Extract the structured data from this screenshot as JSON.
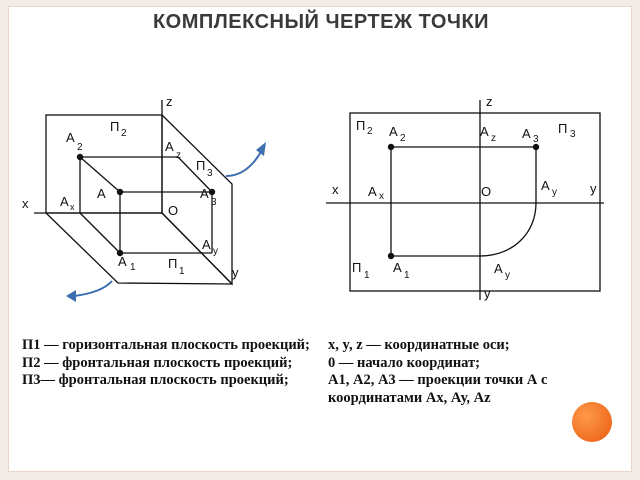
{
  "title": "КОМПЛЕКСНЫЙ ЧЕРТЕЖ ТОЧКИ",
  "left_view": {
    "z": "z",
    "x": "x",
    "y": "y",
    "P2": "П",
    "P2_sub": "2",
    "P3": "П",
    "P3_sub": "3",
    "P1": "П",
    "P1_sub": "1",
    "A2": "A",
    "A2_sub": "2",
    "Az": "A",
    "Az_sub": "z",
    "A3": "A",
    "A3_sub": "3",
    "A": "A",
    "Ax": "A",
    "Ax_sub": "x",
    "O": "O",
    "Ay": "A",
    "Ay_sub": "y",
    "A1": "A",
    "A1_sub": "1"
  },
  "right_view": {
    "z": "z",
    "x": "x",
    "y_right": "y",
    "y_bottom": "y",
    "P2": "П",
    "P2_sub": "2",
    "A2": "A",
    "A2_sub": "2",
    "Az": "A",
    "Az_sub": "z",
    "A3": "A",
    "A3_sub": "3",
    "P3": "П",
    "P3_sub": "3",
    "Ax": "A",
    "Ax_sub": "x",
    "O": "O",
    "Ay_right": "A",
    "Ay_right_sub": "y",
    "P1": "П",
    "P1_sub": "1",
    "A1": "A",
    "A1_sub": "1",
    "Ay_bottom": "A",
    "Ay_bottom_sub": "y"
  },
  "description": {
    "left": [
      "П1 — горизонтальная плоскость проекций;",
      "П2 — фронтальная плоскость проекций;",
      "П3— фронтальная плоскость проекций;"
    ],
    "right": [
      "x, y, z — координатные оси;",
      "0 — начало координат;",
      "А1, А2, А3 — проекции точки А с координатами Ах, Ау, Аz"
    ]
  },
  "colors": {
    "accent": "#e8641a",
    "ink": "#111111",
    "arrow": "#3d6fb0"
  }
}
